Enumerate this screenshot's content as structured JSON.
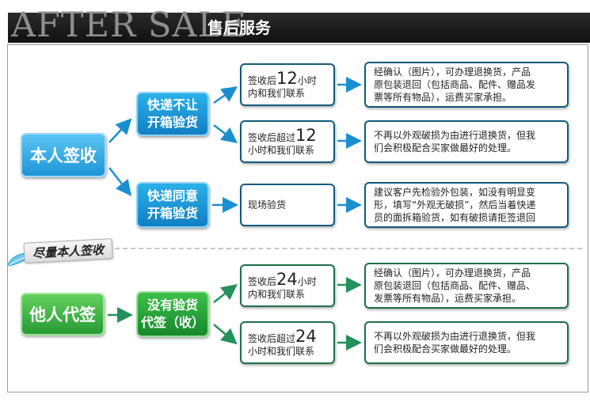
{
  "header": {
    "title_en": "AFTER SALE",
    "title_cn": "售后服务"
  },
  "colors": {
    "blue_accent": "#1f95d8",
    "green_accent": "#279b35",
    "blue_arrow": "#1a8fd0",
    "green_arrow": "#24905a",
    "header_bg": "#1a1a1a"
  },
  "self": {
    "label": "本人签收",
    "fast_deny": {
      "line1": "快递不让",
      "line2": "开箱验货"
    },
    "fast_allow": {
      "line1": "快递同意",
      "line2": "开箱验货"
    },
    "cond_12_in": {
      "prefix": "签收后",
      "num": "12",
      "suffix": "小时",
      "line2": "内和我们联系"
    },
    "cond_12_over": {
      "prefix": "签收后超过",
      "num": "12",
      "line2": "小时和我们联系"
    },
    "onsite": "现场验货",
    "result_return": [
      "经确认（图片），可办理退换货，产品",
      "原包装退回（包括商品、配件、赠品发",
      "票等所有物品），运费买家承担。"
    ],
    "result_cooperate": [
      "不再以外观破损为由进行退换货，但我",
      "们会积极配合买家做最好的处理。"
    ],
    "result_inspect": [
      "建议客户先检验外包装，如没有明显变",
      "形，填写“外观无破损”，然后当着快递",
      "员的面拆箱验货，如有破损请拒签退回"
    ]
  },
  "separator": {
    "badge": "尽量本人签收",
    "feather_icon": "feather-icon"
  },
  "proxy": {
    "label": "他人代签",
    "no_inspect": {
      "line1": "没有验货",
      "line2": "代签（收）"
    },
    "cond_24_in": {
      "prefix": "签收后",
      "num": "24",
      "suffix": "小时",
      "line2": "内和我们联系"
    },
    "cond_24_over": {
      "prefix": "签收后超过",
      "num": "24",
      "line2": "小时和我们联系"
    },
    "result_return": [
      "经确认（图片），可办理退换货，产品",
      "原包装退回（包括商品、配件、赠品、",
      "发票等所有物品），运费买家承担。"
    ],
    "result_cooperate": [
      "不再以外观破损为由进行退换货，但我",
      "们会积极配合买家做最好的处理。"
    ]
  }
}
